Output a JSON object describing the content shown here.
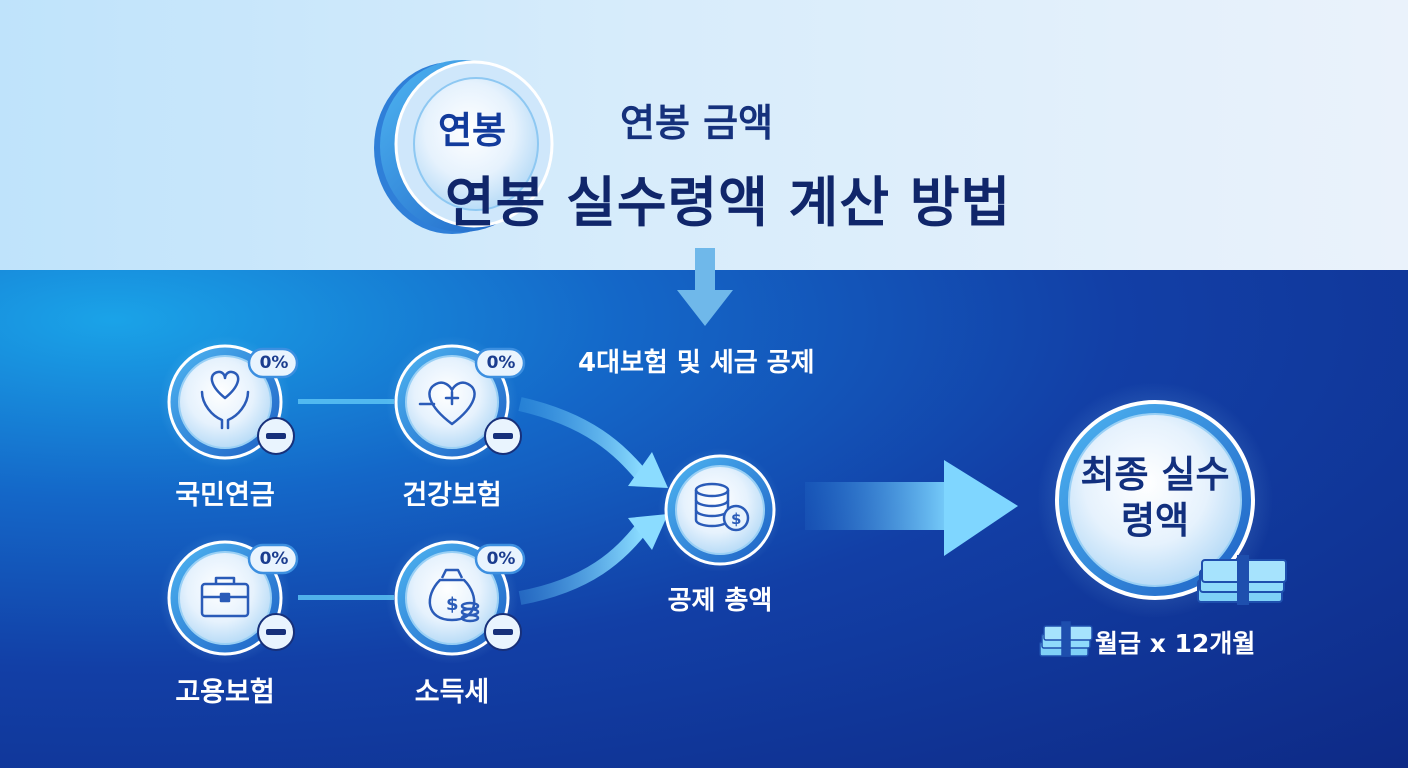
{
  "header": {
    "coin_label": "연봉",
    "subtitle": "연봉 금액",
    "title": "연봉 실수령액 계산 방법"
  },
  "deduction": {
    "label": "4대보험 및 세금 공제"
  },
  "items": [
    {
      "label": "국민연금",
      "rate": "0%",
      "icon": "heart-hands-icon"
    },
    {
      "label": "건강보험",
      "rate": "0%",
      "icon": "heart-cross-icon"
    },
    {
      "label": "고용보험",
      "rate": "0%",
      "icon": "briefcase-icon"
    },
    {
      "label": "소득세",
      "rate": "0%",
      "icon": "money-bag-icon"
    }
  ],
  "total": {
    "label": "공제 총액",
    "icon": "coin-stack-icon"
  },
  "result": {
    "label": "최종 실수령액",
    "monthly": "월급 x 12개월",
    "icon": "cash-stack-icon"
  },
  "colors": {
    "top_background": "#d7ecfb",
    "bottom_background": "#123fa6",
    "coin_face": "#e8f3fd",
    "coin_rim": "#2b8de6",
    "title_text": "#10266a",
    "accent_arrow": "#5fc4f5"
  }
}
